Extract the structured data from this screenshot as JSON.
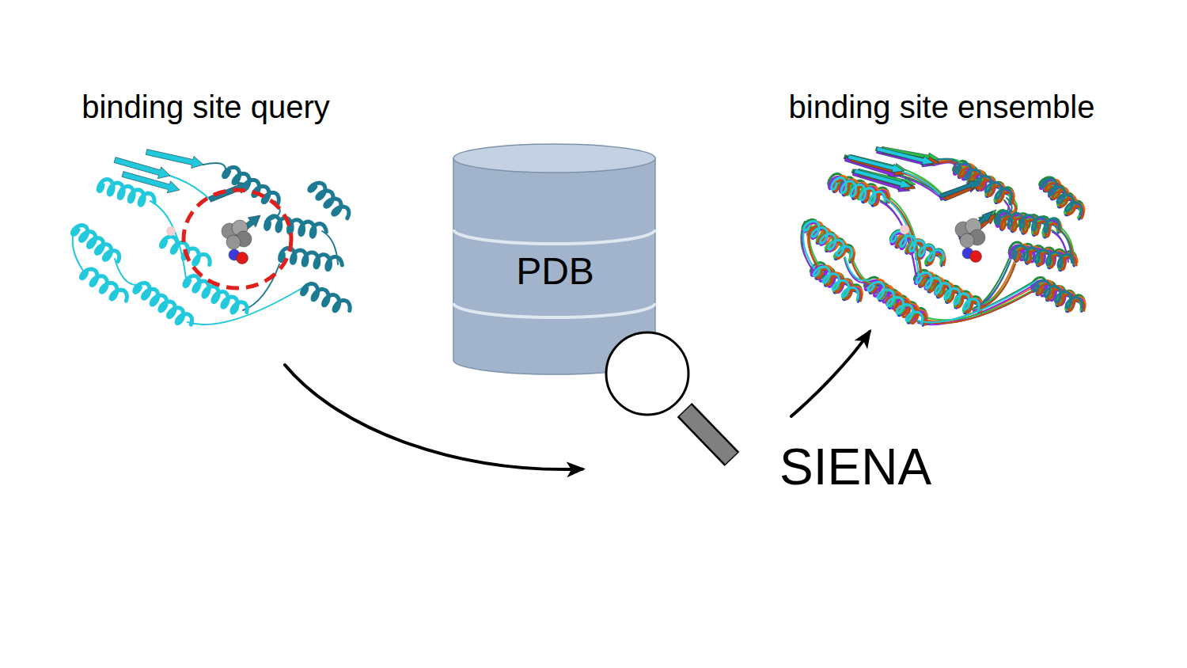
{
  "diagram": {
    "nodes": [
      {
        "text": [
          "binding site query"
        ]
      },
      {
        "text": [
          "PDB"
        ]
      },
      {
        "text": [
          "SIENA"
        ]
      },
      {
        "text": [
          "binding site ensemble"
        ]
      }
    ],
    "edges": [
      {
        "from": 0,
        "to": 2,
        "arrow": "to"
      },
      {
        "from": 2,
        "to": 3,
        "arrow": "to"
      }
    ]
  }
}
